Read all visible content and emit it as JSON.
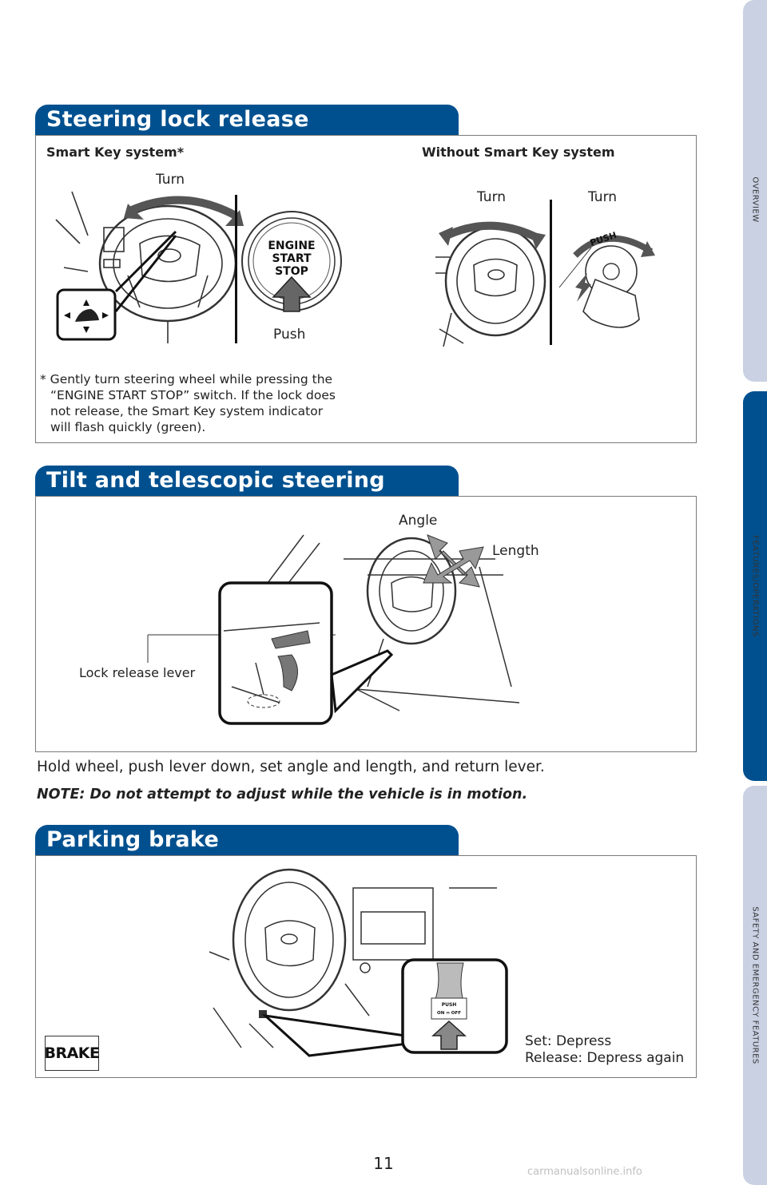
{
  "side_tabs": [
    {
      "label": "OVERVIEW",
      "active": false
    },
    {
      "label": "FEATURES/OPERATIONS",
      "active": true
    },
    {
      "label": "SAFETY AND EMERGENCY FEATURES",
      "active": false
    }
  ],
  "steering_lock": {
    "title": "Steering lock release",
    "smart_key_heading": "Smart Key system*",
    "without_smart_key_heading": "Without Smart Key system",
    "turn_label": "Turn",
    "push_label": "Push",
    "turn_label_2": "Turn",
    "turn_label_3": "Turn",
    "button_text": {
      "line1": "ENGINE",
      "line2": "START",
      "line3": "STOP"
    },
    "ignition_text": "PUSH",
    "footnote_line1": "* Gently turn steering wheel while pressing the",
    "footnote_line2": "“ENGINE START STOP” switch. If the lock does",
    "footnote_line3": "not release, the Smart Key system indicator",
    "footnote_line4": "will flash quickly (green)."
  },
  "tilt": {
    "title": "Tilt and telescopic steering wheel",
    "angle_label": "Angle",
    "length_label": "Length",
    "lever_label": "Lock release lever",
    "instruction": "Hold wheel, push lever down, set angle and length, and return lever.",
    "note": "NOTE: Do not attempt to adjust while the vehicle is in motion."
  },
  "parking": {
    "title": "Parking brake",
    "brake_badge": "BRAKE",
    "pedal_text_1": "PUSH",
    "pedal_text_2": "ON ⇔ OFF",
    "set_label": "Set: Depress",
    "release_label": "Release: Depress again"
  },
  "page_number": "11",
  "watermark": "carmanualsonline.info"
}
